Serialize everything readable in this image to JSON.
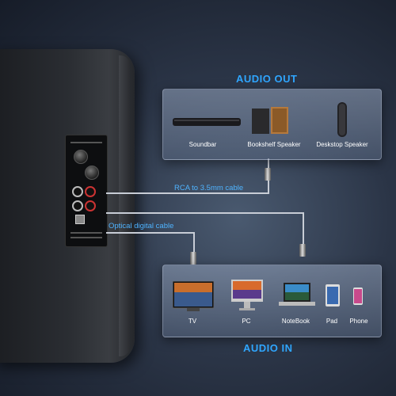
{
  "audio_out": {
    "title": "AUDIO OUT",
    "devices": [
      {
        "label": "Soundbar",
        "icon": "soundbar-icon"
      },
      {
        "label": "Bookshelf Speaker",
        "icon": "bookshelf-speaker-icon"
      },
      {
        "label": "Deskstop Speaker",
        "icon": "desktop-speaker-icon"
      }
    ]
  },
  "audio_in": {
    "title": "AUDIO IN",
    "devices": [
      {
        "label": "TV",
        "icon": "tv-icon"
      },
      {
        "label": "PC",
        "icon": "pc-icon"
      },
      {
        "label": "NoteBook",
        "icon": "notebook-icon"
      },
      {
        "label": "Pad",
        "icon": "pad-icon"
      },
      {
        "label": "Phone",
        "icon": "phone-icon"
      }
    ]
  },
  "cables": {
    "rca": "RCA to 3.5mm cable",
    "optical": "Optical digital cable"
  },
  "colors": {
    "accent": "#2fa6ff",
    "background": "#2b3547"
  }
}
